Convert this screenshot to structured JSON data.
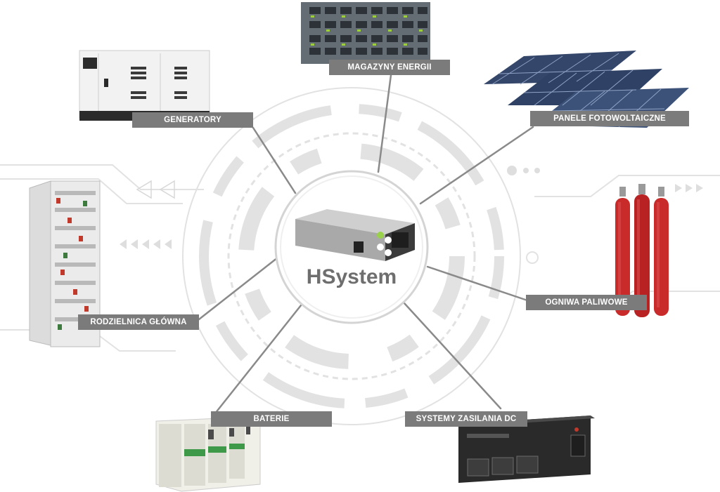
{
  "hub": {
    "title": "HSystem"
  },
  "nodes": [
    {
      "id": "generatory",
      "label": "GENERATORY"
    },
    {
      "id": "magazyny",
      "label": "MAGAZYNY ENERGII"
    },
    {
      "id": "panele",
      "label": "PANELE FOTOWOLTAICZNE"
    },
    {
      "id": "ogniwa",
      "label": "OGNIWA PALIWOWE"
    },
    {
      "id": "systemy",
      "label": "SYSTEMY ZASILANIA DC"
    },
    {
      "id": "baterie",
      "label": "BATERIE"
    },
    {
      "id": "rozdzielnica",
      "label": "RODZIELNICA GŁÓWNA"
    }
  ],
  "colors": {
    "label_bg": "#7b7b7b",
    "connector": "#8a8a8a",
    "hub_text": "#6e6e6e",
    "background_art": "#dcdcdc"
  }
}
